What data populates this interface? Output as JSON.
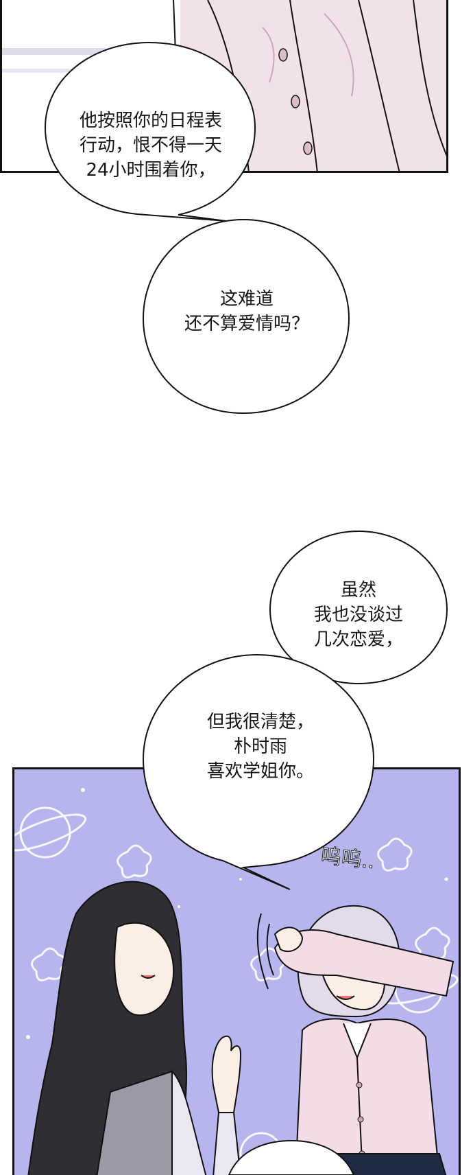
{
  "bubbles": [
    {
      "lines": [
        "他按照你的日程表",
        "行动，恨不得一天",
        "24小时围着你，"
      ]
    },
    {
      "lines": [
        "这难道",
        "还不算爱情吗？"
      ]
    },
    {
      "lines": [
        "虽然",
        "我也没谈过",
        "几次恋爱，"
      ]
    },
    {
      "lines": [
        "但我很清楚，",
        "朴时雨",
        "喜欢学姐你。"
      ]
    }
  ],
  "sound_effect": "呜呜..",
  "colors": {
    "panel_background": "#b7b5ee",
    "cardigan": "#f3dce6",
    "hair_dark": "#2e2e33",
    "hair_light": "#e2dbe9",
    "outline": "#111111"
  }
}
